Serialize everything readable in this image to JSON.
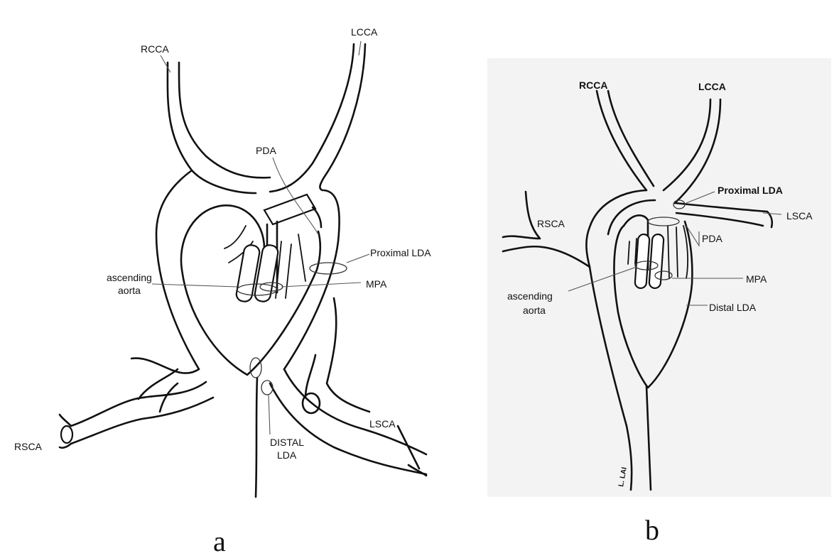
{
  "panel_a": {
    "letter": "a",
    "labels": {
      "rcca": "RCCA",
      "lcca": "LCCA",
      "pda": "PDA",
      "proximal_lda": "Proximal LDA",
      "ascending_aorta_line1": "ascending",
      "ascending_aorta_line2": "aorta",
      "mpa": "MPA",
      "distal_lda_line1": "DISTAL",
      "distal_lda_line2": "LDA",
      "lsca": "LSCA",
      "rsca": "RSCA"
    }
  },
  "panel_b": {
    "letter": "b",
    "labels": {
      "rcca": "RCCA",
      "lcca": "LCCA",
      "proximal_lda": "Proximal LDA",
      "lsca": "LSCA",
      "rsca": "RSCA",
      "pda": "PDA",
      "ascending_aorta_line1": "ascending",
      "ascending_aorta_line2": "aorta",
      "mpa": "MPA",
      "distal_lda": "Distal LDA"
    },
    "signature": "L. LAI"
  }
}
